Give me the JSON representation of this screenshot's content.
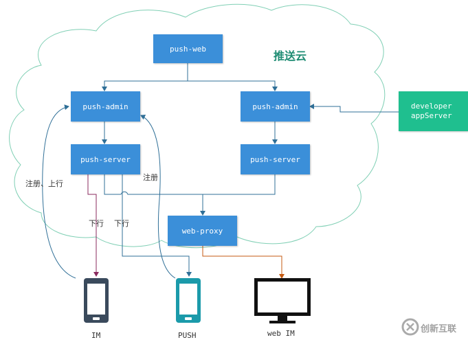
{
  "cloud": {
    "title": "推送云"
  },
  "boxes": {
    "push_web": "push-web",
    "admin_left": "push-admin",
    "admin_right": "push-admin",
    "server_left": "push-server",
    "server_right": "push-server",
    "web_proxy": "web-proxy",
    "developer_line1": "developer",
    "developer_line2": "appServer"
  },
  "edge_labels": {
    "register_login": "注册、上行",
    "register": "注册",
    "down1": "下行",
    "down2": "下行"
  },
  "devices": {
    "im": "IM",
    "push": "PUSH",
    "web_im": "web IM"
  },
  "colors": {
    "box": "#3b8fd9",
    "developer_box": "#1fbf8f",
    "cloud_outline": "#7fcfb4",
    "arrow_blue": "#2f6f97",
    "arrow_purple": "#8a2a5e",
    "arrow_orange": "#c55a11",
    "phone_dark": "#3a4a5c",
    "phone_teal": "#1b9aaa"
  },
  "watermark": {
    "text": "创新互联",
    "icon": "brand-logo-icon"
  }
}
